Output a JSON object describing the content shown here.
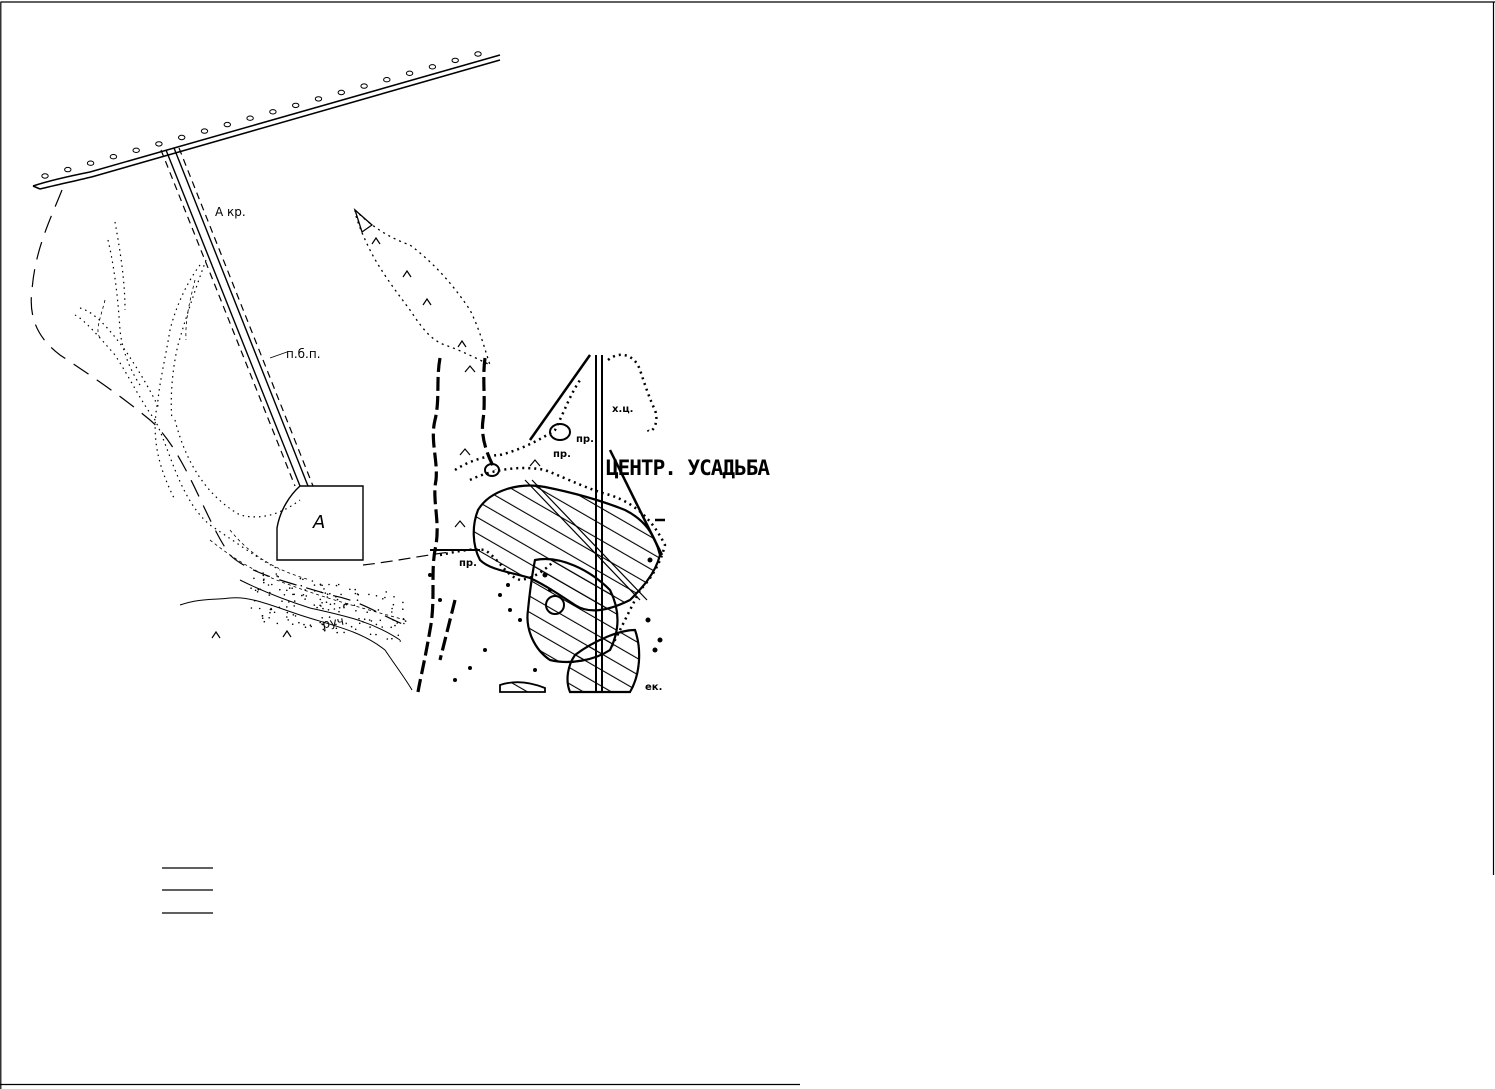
{
  "map": {
    "labels": {
      "a_kr": "А кр.",
      "p_b_p": "п.б.п.",
      "plot": "А",
      "settlement": "ЦЕНТР. УСАДЬБА",
      "kh_ts": "х.ц.",
      "pr_1": "пр.",
      "pr_2": "пр.",
      "pr_3": "пр.",
      "ruch": "руч.",
      "ek": "ек."
    },
    "legend_lines": 3
  }
}
